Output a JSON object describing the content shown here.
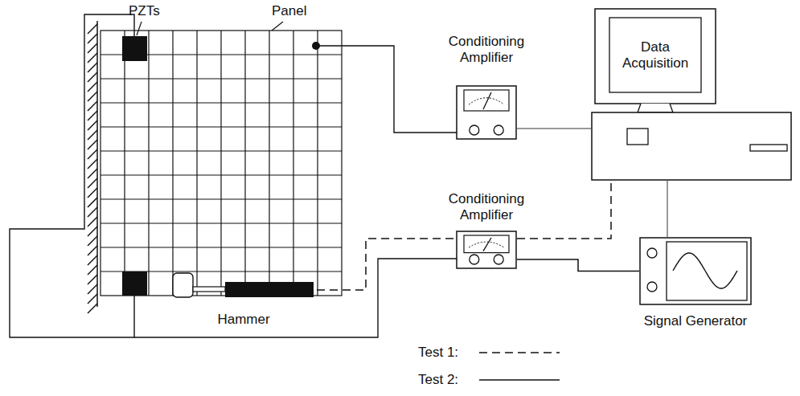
{
  "diagram": {
    "nodes": [
      {
        "text": [
          "Conditioning Amplifier"
        ]
      },
      {
        "text": [
          "Data Acquisition"
        ]
      },
      {
        "text": [
          "Conditioning Amplifier"
        ]
      },
      {
        "text": [
          "Signal Generator"
        ]
      },
      {
        "text": [
          "Hammer"
        ]
      }
    ],
    "edges": [
      {
        "from": 0,
        "to": 1,
        "arrow": "none"
      },
      {
        "from": 2,
        "to": 1,
        "arrow": "none"
      },
      {
        "from": 4,
        "to": 2,
        "arrow": "none"
      },
      {
        "from": 1,
        "to": 3,
        "arrow": "none"
      },
      {
        "from": 3,
        "to": 2,
        "arrow": "none"
      }
    ],
    "labels": [
      "PZTs",
      "Panel"
    ],
    "legend": [
      {
        "text": "Test 1:"
      },
      {
        "text": "Test 2:"
      }
    ]
  }
}
